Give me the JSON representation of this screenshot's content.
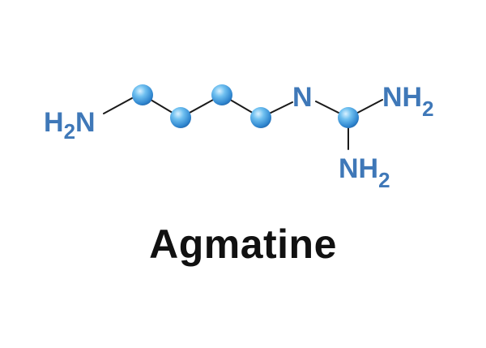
{
  "molecule": {
    "name": "Agmatine",
    "labels": {
      "amine_left": {
        "main": "H",
        "sub": "2",
        "tail": "N"
      },
      "imine_n": {
        "main": "N"
      },
      "amine_right": {
        "main": "NH",
        "sub": "2"
      },
      "amine_bottom": {
        "main": "NH",
        "sub": "2"
      }
    }
  },
  "colors": {
    "atom_label": "#3f78b8",
    "bond": "#1a1a1a",
    "carbon_sphere": "#4aa3e0",
    "title": "#111111"
  }
}
